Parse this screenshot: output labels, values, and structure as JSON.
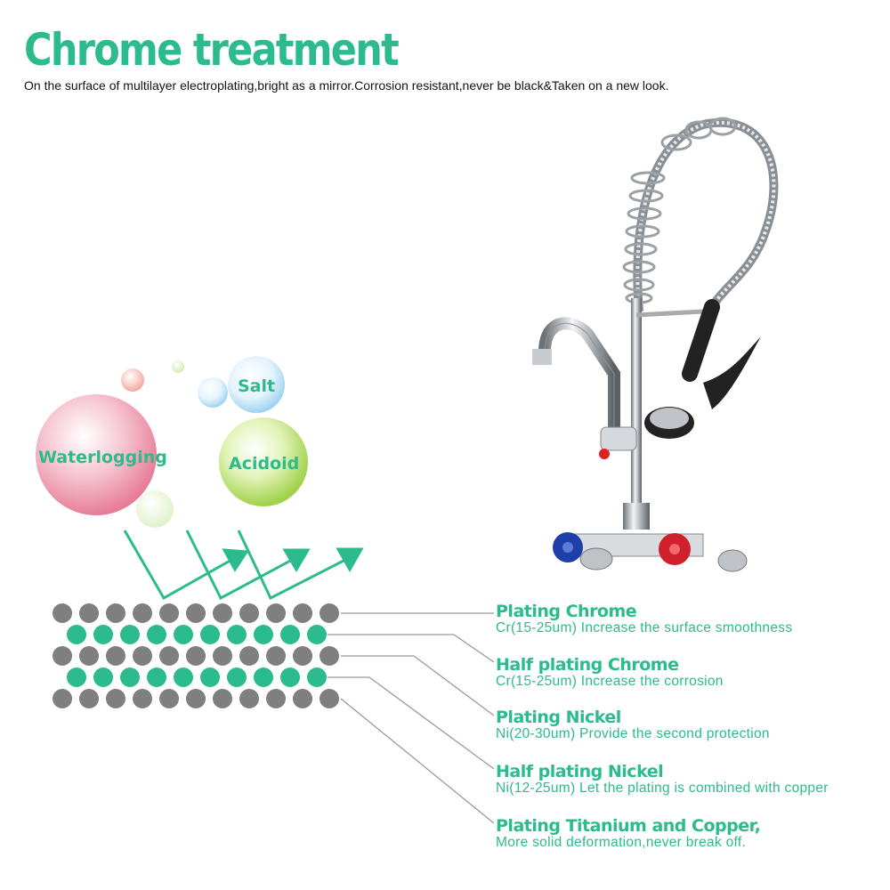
{
  "header": {
    "title": "Chrome treatment",
    "subtitle": "On the surface of multilayer electroplating,bright as a mirror.Corrosion resistant,never be black&Taken on a new look."
  },
  "bubbles": {
    "waterlogging": "Waterlogging",
    "salt": "Salt",
    "acidoid": "Acidoid"
  },
  "layers": [
    {
      "title": "Plating Chrome",
      "desc": "Cr(15-25um) Increase the surface smoothness"
    },
    {
      "title": "Half plating Chrome",
      "desc": "Cr(15-25um) Increase the corrosion"
    },
    {
      "title": "Plating Nickel",
      "desc": "Ni(20-30um) Provide the second protection"
    },
    {
      "title": "Half plating Nickel",
      "desc": "Ni(12-25um) Let the plating is combined with copper"
    },
    {
      "title": "Plating Titanium and Copper,",
      "desc": "More solid deformation,never break off."
    }
  ],
  "colors": {
    "accent": "#2bbb8c",
    "gray_dot": "#7f7f7f",
    "green_dot": "#2bbb8c"
  }
}
